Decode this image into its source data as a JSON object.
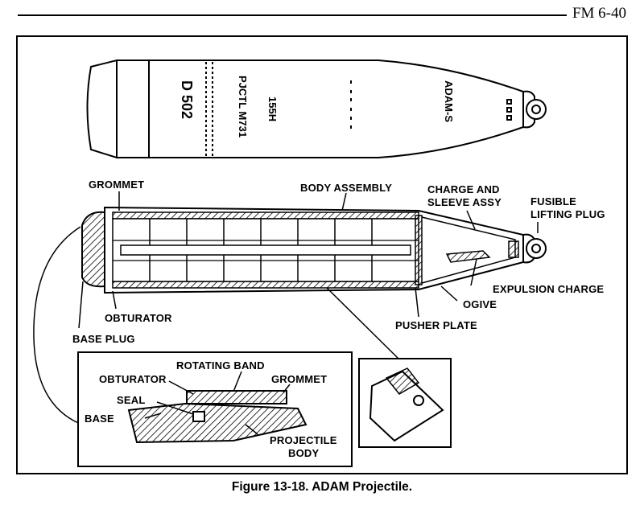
{
  "header": {
    "doc_id": "FM 6-40"
  },
  "projectile_markings": {
    "caliber": "155H",
    "model": "PJCTL M731",
    "lot": "D 502",
    "brand": "ADAM-S"
  },
  "labels": {
    "grommet": "GROMMET",
    "body_assembly": "BODY ASSEMBLY",
    "charge_sleeve_1": "CHARGE AND",
    "charge_sleeve_2": "SLEEVE ASSY",
    "fusible_1": "FUSIBLE",
    "fusible_2": "LIFTING PLUG",
    "expulsion_charge": "EXPULSION CHARGE",
    "ogive": "OGIVE",
    "obturator": "OBTURATOR",
    "pusher_plate": "PUSHER PLATE",
    "base_plug": "BASE PLUG"
  },
  "detail_labels": {
    "rotating_band": "ROTATING BAND",
    "obturator": "OBTURATOR",
    "grommet": "GROMMET",
    "seal": "SEAL",
    "base": "BASE",
    "projectile_1": "PROJECTILE",
    "projectile_2": "BODY"
  },
  "caption": "Figure 13-18.  ADAM Projectile."
}
